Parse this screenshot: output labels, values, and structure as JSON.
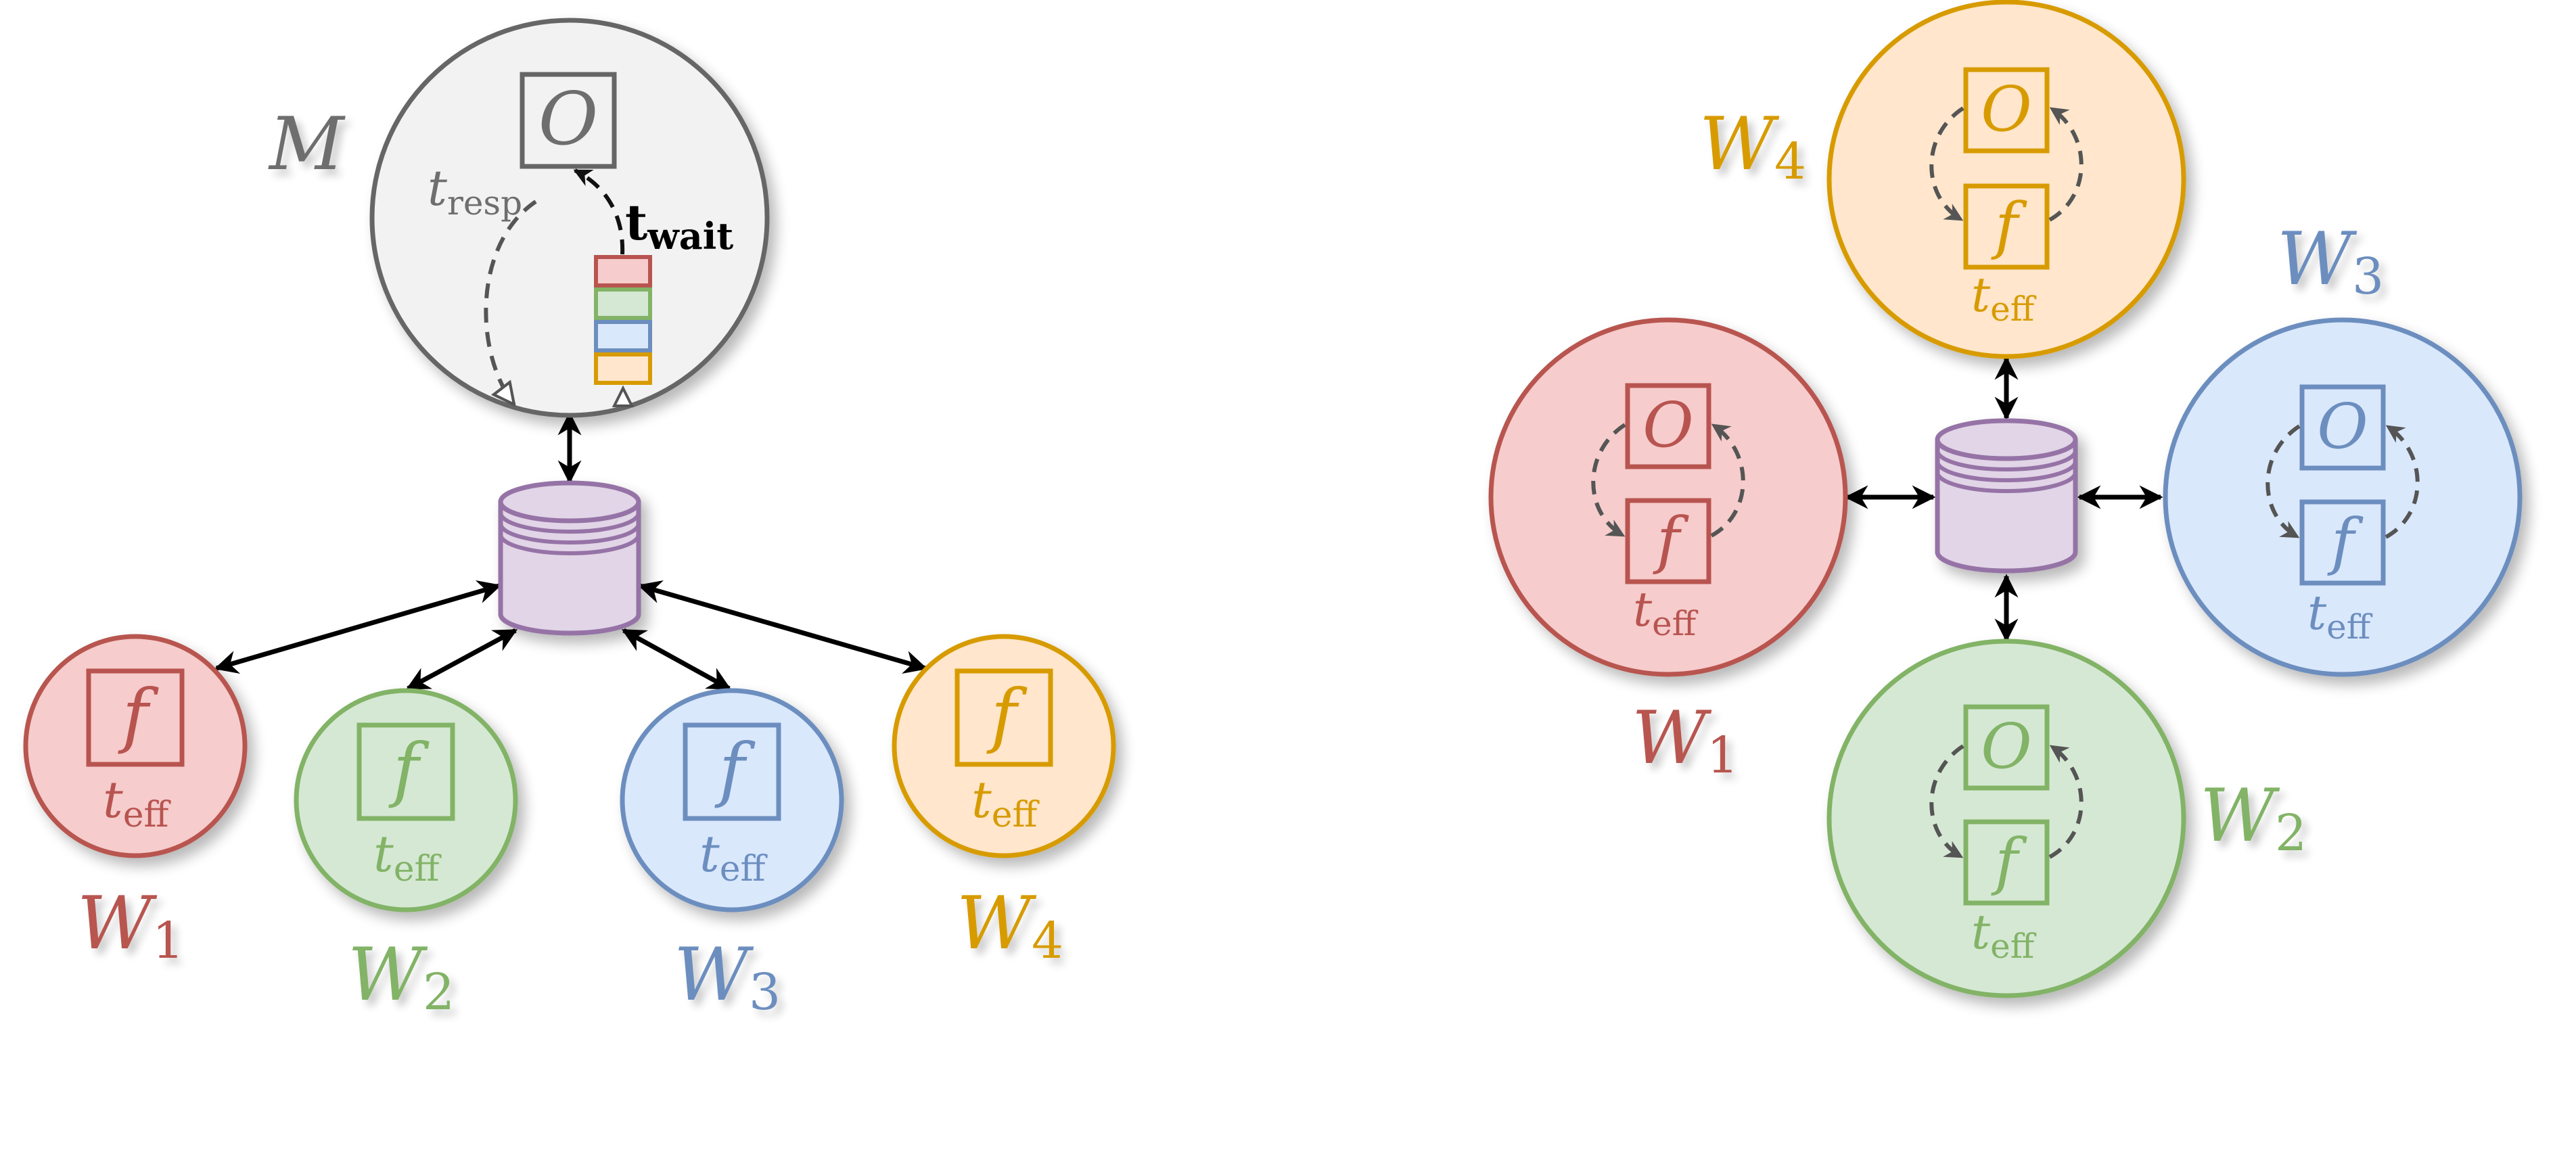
{
  "colors": {
    "master_fill": "#f2f2f2",
    "master_stroke": "#666666",
    "master_text": "#6e6e6e",
    "red_fill": "#f6cccc",
    "red_stroke": "#b85450",
    "green_fill": "#d5e8d4",
    "green_stroke": "#82b366",
    "blue_fill": "#dae8fc",
    "blue_stroke": "#6c8ebf",
    "orange_fill": "#ffe6cc",
    "orange_stroke": "#d79b00",
    "db_fill": "#e1d5e7",
    "db_stroke": "#9673a6",
    "arrow": "#000000",
    "dashed": "#555555"
  },
  "left": {
    "master": {
      "label": "M",
      "optimizer_label": "O",
      "t_resp": "t",
      "t_resp_sub": "resp",
      "t_wait": "t",
      "t_wait_sub": "wait"
    },
    "workers": [
      {
        "name": "W",
        "index": "1",
        "fn": "f",
        "t": "t",
        "t_sub": "eff"
      },
      {
        "name": "W",
        "index": "2",
        "fn": "f",
        "t": "t",
        "t_sub": "eff"
      },
      {
        "name": "W",
        "index": "3",
        "fn": "f",
        "t": "t",
        "t_sub": "eff"
      },
      {
        "name": "W",
        "index": "4",
        "fn": "f",
        "t": "t",
        "t_sub": "eff"
      }
    ]
  },
  "right": {
    "workers": [
      {
        "name": "W",
        "index": "1",
        "opt": "O",
        "fn": "f",
        "t": "t",
        "t_sub": "eff"
      },
      {
        "name": "W",
        "index": "2",
        "opt": "O",
        "fn": "f",
        "t": "t",
        "t_sub": "eff"
      },
      {
        "name": "W",
        "index": "3",
        "opt": "O",
        "fn": "f",
        "t": "t",
        "t_sub": "eff"
      },
      {
        "name": "W",
        "index": "4",
        "opt": "O",
        "fn": "f",
        "t": "t",
        "t_sub": "eff"
      }
    ]
  }
}
